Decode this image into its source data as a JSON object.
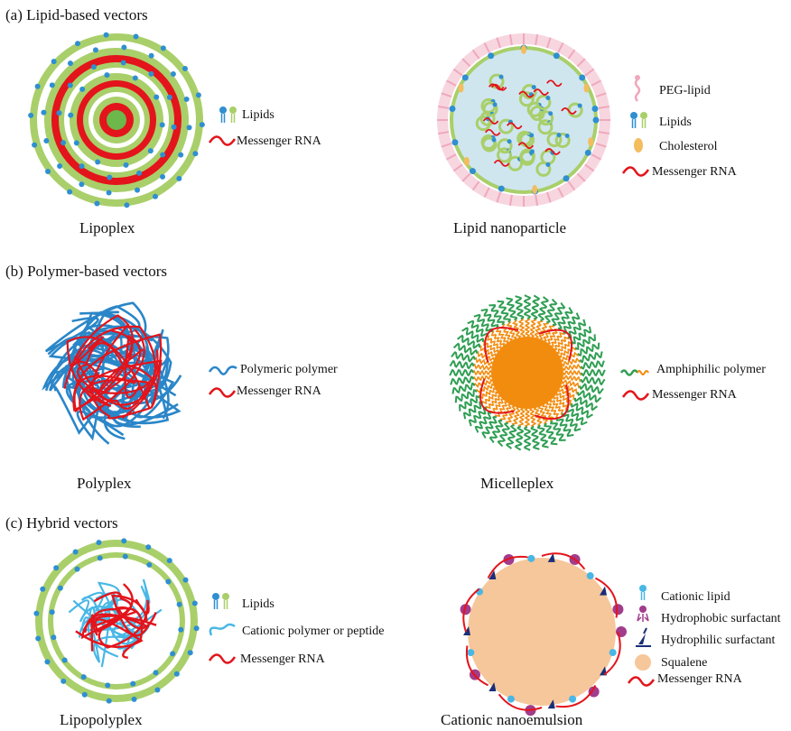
{
  "sections": [
    {
      "title": "(a) Lipid-based vectors",
      "panels": [
        {
          "caption": "Lipoplex",
          "legend": [
            {
              "icon": "lipids-icon",
              "label": "Lipids"
            },
            {
              "icon": "messenger-rna-icon",
              "label": "Messenger RNA"
            }
          ]
        },
        {
          "caption": "Lipid nanoparticle",
          "legend": [
            {
              "icon": "peg-lipid-icon",
              "label": "PEG-lipid"
            },
            {
              "icon": "lipids-icon",
              "label": "Lipids"
            },
            {
              "icon": "cholesterol-icon",
              "label": "Cholesterol"
            },
            {
              "icon": "messenger-rna-icon",
              "label": "Messenger RNA"
            }
          ]
        }
      ]
    },
    {
      "title": "(b) Polymer-based vectors",
      "panels": [
        {
          "caption": "Polyplex",
          "legend": [
            {
              "icon": "polymer-icon",
              "label": "Polymeric polymer"
            },
            {
              "icon": "messenger-rna-icon",
              "label": "Messenger RNA"
            }
          ]
        },
        {
          "caption": "Micelleplex",
          "legend": [
            {
              "icon": "amphiphilic-polymer-icon",
              "label": "Amphiphilic polymer"
            },
            {
              "icon": "messenger-rna-icon",
              "label": "Messenger RNA"
            }
          ]
        }
      ]
    },
    {
      "title": "(c) Hybrid vectors",
      "panels": [
        {
          "caption": "Lipopolyplex",
          "legend": [
            {
              "icon": "lipids-icon",
              "label": "Lipids"
            },
            {
              "icon": "cationic-polymer-icon",
              "label": "Cationic polymer or peptide"
            },
            {
              "icon": "messenger-rna-icon",
              "label": "Messenger RNA"
            }
          ]
        },
        {
          "caption": "Cationic nanoemulsion",
          "legend": [
            {
              "icon": "cationic-lipid-icon",
              "label": "Cationic lipid"
            },
            {
              "icon": "hydrophobic-surfactant-icon",
              "label": "Hydrophobic surfactant"
            },
            {
              "icon": "hydrophilic-surfactant-icon",
              "label": "Hydrophilic surfactant"
            },
            {
              "icon": "squalene-icon",
              "label": "Squalene"
            },
            {
              "icon": "messenger-rna-icon",
              "label": "Messenger RNA"
            }
          ]
        }
      ]
    }
  ],
  "colors": {
    "lipid_green": "#a9cf6a",
    "lipid_blue": "#2f8fd0",
    "rna_red": "#e3141b",
    "polymer_blue": "#2a86c8",
    "cationic_blue": "#49b7e6",
    "micelle_core": "#f28c0f",
    "micelle_green": "#2f9e53",
    "lnp_core": "#cfe6ef",
    "peg_pink": "#f0a8bc",
    "cholesterol": "#f3bd5e",
    "squalene": "#f6c79a",
    "hydrophobic_purple": "#a23c8c",
    "hydrophilic_navy": "#1b2e78"
  }
}
